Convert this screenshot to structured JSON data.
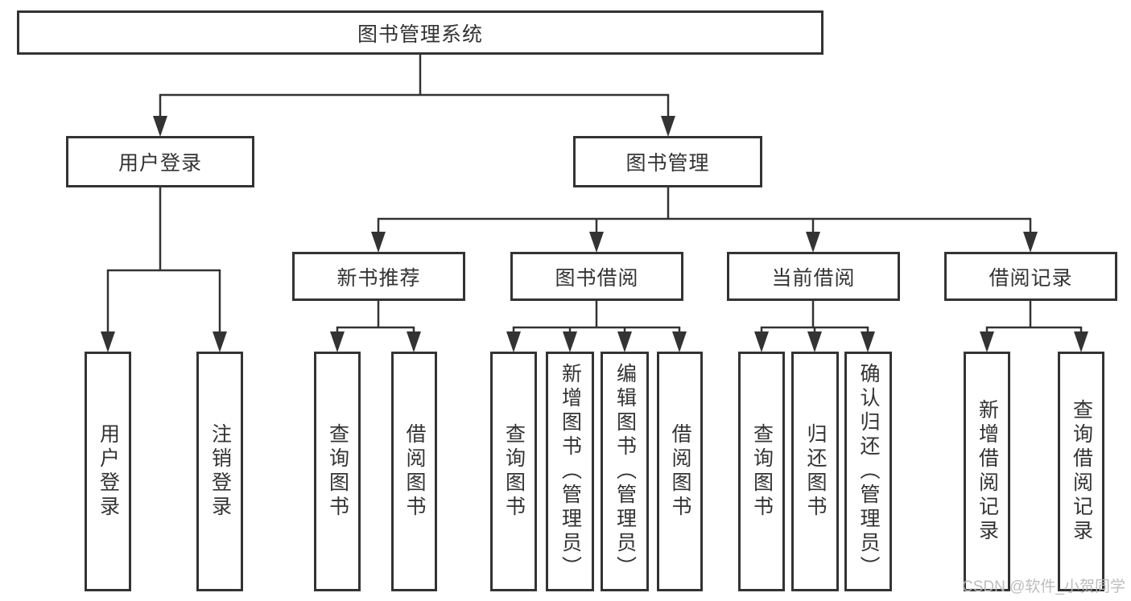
{
  "diagram": {
    "root": {
      "label": "图书管理系统"
    },
    "level2": [
      {
        "label": "用户登录",
        "parent": "图书管理系统"
      },
      {
        "label": "图书管理",
        "parent": "图书管理系统"
      }
    ],
    "level3": [
      {
        "label": "新书推荐",
        "parent": "图书管理"
      },
      {
        "label": "图书借阅",
        "parent": "图书管理"
      },
      {
        "label": "当前借阅",
        "parent": "图书管理"
      },
      {
        "label": "借阅记录",
        "parent": "图书管理"
      }
    ],
    "leaves": [
      {
        "label": "用户登录",
        "parent": "用户登录"
      },
      {
        "label": "注销登录",
        "parent": "用户登录"
      },
      {
        "label": "查询图书",
        "parent": "新书推荐"
      },
      {
        "label": "借阅图书",
        "parent": "新书推荐"
      },
      {
        "label": "查询图书",
        "parent": "图书借阅"
      },
      {
        "label": "新增图书（管理员）",
        "parent": "图书借阅"
      },
      {
        "label": "编辑图书（管理员）",
        "parent": "图书借阅"
      },
      {
        "label": "借阅图书",
        "parent": "图书借阅"
      },
      {
        "label": "查询图书",
        "parent": "当前借阅"
      },
      {
        "label": "归还图书",
        "parent": "当前借阅"
      },
      {
        "label": "确认归还（管理员）",
        "parent": "当前借阅"
      },
      {
        "label": "新增借阅记录",
        "parent": "借阅记录"
      },
      {
        "label": "查询借阅记录",
        "parent": "借阅记录"
      }
    ]
  },
  "watermark": {
    "text": "CSDN @软件_小贺同学"
  },
  "colors": {
    "line": "#333333",
    "border": "#333333",
    "text": "#333333",
    "watermark": "#b9b9b9",
    "background": "#ffffff"
  }
}
